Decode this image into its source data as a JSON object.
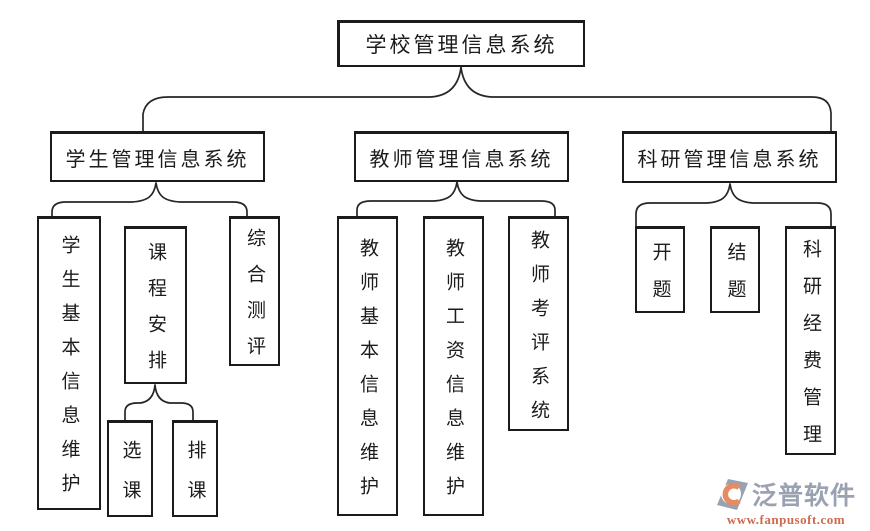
{
  "tree": {
    "label": "学校管理信息系统",
    "children": [
      {
        "label": "学生管理信息系统",
        "children": [
          {
            "label": "学生基本信息维护",
            "children": []
          },
          {
            "label": "课程安排",
            "children": [
              {
                "label": "选课",
                "children": []
              },
              {
                "label": "排课",
                "children": []
              }
            ]
          },
          {
            "label": "综合测评",
            "children": []
          }
        ]
      },
      {
        "label": "教师管理信息系统",
        "children": [
          {
            "label": "教师基本信息维护",
            "children": []
          },
          {
            "label": "教师工资信息维护",
            "children": []
          },
          {
            "label": "教师考评系统",
            "children": []
          }
        ]
      },
      {
        "label": "科研管理信息系统",
        "children": [
          {
            "label": "开题",
            "children": []
          },
          {
            "label": "结题",
            "children": []
          },
          {
            "label": "科研经费管理",
            "children": []
          }
        ]
      }
    ]
  },
  "watermark": {
    "brand": "泛普软件",
    "url": "www.fanpusoft.com"
  },
  "colors": {
    "line": "#262626",
    "box_border": "#1b1b1b",
    "brand_gray": "#9aa2b2",
    "brand_orange": "#e78b63",
    "url_red": "#cd6a50"
  }
}
